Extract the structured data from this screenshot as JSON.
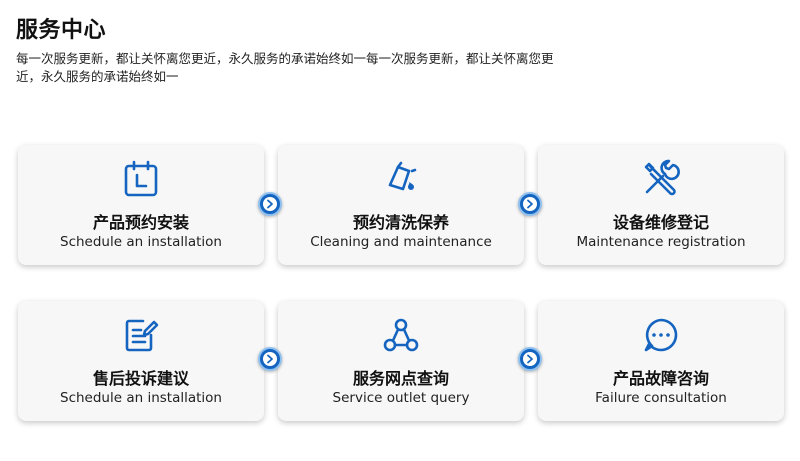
{
  "header": {
    "title": "服务中心",
    "description": "每一次服务更新，都让关怀离您更近，永久服务的承诺始终如一每一次服务更新，都让关怀离您更近，永久服务的承诺始终如一"
  },
  "colors": {
    "accent": "#1565c0",
    "card_bg": "#f7f7f7",
    "arrow_ring": "#8fc1f0"
  },
  "cards": [
    {
      "icon": "calendar-icon",
      "title": "产品预约安装",
      "subtitle": "Schedule an installation"
    },
    {
      "icon": "spray-bottle-icon",
      "title": "预约清洗保养",
      "subtitle": "Cleaning and maintenance"
    },
    {
      "icon": "tools-icon",
      "title": "设备维修登记",
      "subtitle": "Maintenance registration"
    },
    {
      "icon": "document-edit-icon",
      "title": "售后投诉建议",
      "subtitle": "Schedule an installation"
    },
    {
      "icon": "network-nodes-icon",
      "title": "服务网点查询",
      "subtitle": "Service outlet query"
    },
    {
      "icon": "chat-bubble-icon",
      "title": "产品故障咨询",
      "subtitle": "Failure consultation"
    }
  ],
  "arrows": [
    "chevron-right-icon",
    "chevron-right-icon",
    "chevron-right-icon",
    "chevron-right-icon"
  ]
}
